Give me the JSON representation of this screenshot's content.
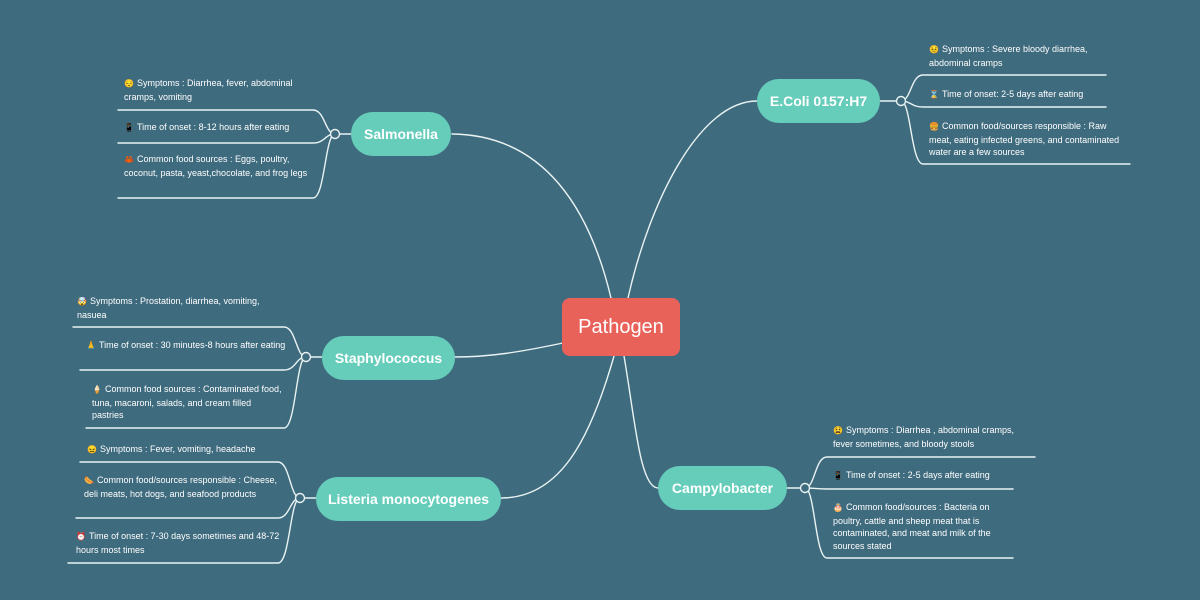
{
  "central": {
    "label": "Pathogen"
  },
  "colors": {
    "background": "#3f6b7e",
    "central": "#e8625a",
    "branch": "#66cdbb",
    "line": "#e9f3f3",
    "text": "#ffffff"
  },
  "branches": {
    "salmonella": {
      "label": "Salmonella",
      "leaves": [
        {
          "emoji": "😔",
          "text": "Symptoms : Diarrhea, fever, abdominal cramps, vomiting"
        },
        {
          "emoji": "📱",
          "text": "Time of onset : 8-12 hours after eating"
        },
        {
          "emoji": "🦀",
          "text": "Common food sources : Eggs, poultry, coconut, pasta, yeast,chocolate, and frog legs"
        }
      ]
    },
    "staphylococcus": {
      "label": "Staphylococcus",
      "leaves": [
        {
          "emoji": "🤯",
          "text": "Symptoms : Prostation, diarrhea, vomiting, nasuea"
        },
        {
          "emoji": "🙏",
          "text": "Time of onset : 30 minutes-8 hours after eating"
        },
        {
          "emoji": "🍦",
          "text": "Common food sources : Contaminated food, tuna, macaroni, salads, and cream filled pastries"
        }
      ]
    },
    "listeria": {
      "label": "Listeria monocytogenes",
      "leaves": [
        {
          "emoji": "😖",
          "text": "Symptoms : Fever, vomiting, headache"
        },
        {
          "emoji": "🌭",
          "text": "Common food/sources responsible : Cheese, deli meats, hot dogs, and seafood products"
        },
        {
          "emoji": "⏰",
          "text": "Time of onset : 7-30 days sometimes and 48-72 hours most times"
        }
      ]
    },
    "ecoli": {
      "label": "E.Coli 0157:H7",
      "leaves": [
        {
          "emoji": "😣",
          "text": "Symptoms : Severe bloody diarrhea, abdominal cramps"
        },
        {
          "emoji": "⌛",
          "text": "Time of onset: 2-5 days after eating"
        },
        {
          "emoji": "🍔",
          "text": "Common food/sources responsible : Raw meat, eating infected greens, and contaminated water are a few sources"
        }
      ]
    },
    "campylobacter": {
      "label": "Campylobacter",
      "leaves": [
        {
          "emoji": "😫",
          "text": "Symptoms : Diarrhea , abdominal cramps, fever sometimes, and bloody stools"
        },
        {
          "emoji": "📱",
          "text": "Time of onset : 2-5 days after eating"
        },
        {
          "emoji": "🎂",
          "text": "Common food/sources : Bacteria on poultry, cattle and sheep meat that is contaminated, and meat and milk of the sources stated"
        }
      ]
    }
  }
}
